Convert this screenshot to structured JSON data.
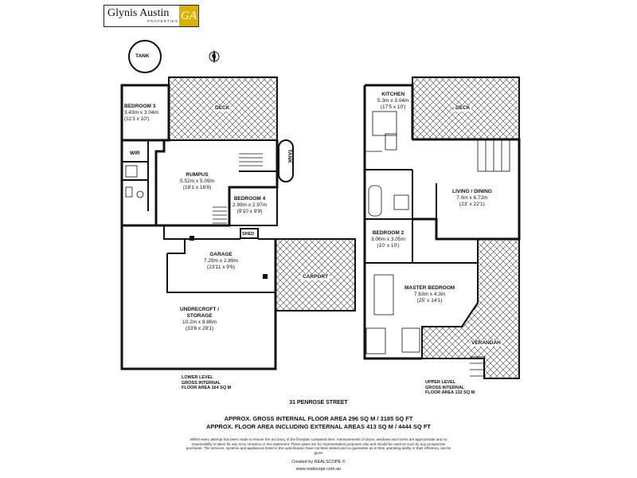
{
  "logo": {
    "name": "Glynis Austin",
    "sub": "PROPERTIES",
    "mark": "GA"
  },
  "tank_top": "TANK",
  "tank_side": "TANK",
  "compass": "N",
  "lower": {
    "bedroom3": {
      "name": "BEDROOM 3",
      "m": "3.43m x 3.04m",
      "ft": "(11'3 x 10')"
    },
    "deck": "DECK",
    "wir": "WIR",
    "rumpus": {
      "name": "RUMPUS",
      "m": "5.52m x 5.09m",
      "ft": "(18'1 x 16'8)"
    },
    "bedroom4": {
      "name": "BEDROOM 4",
      "m": "2.99m x 2.97m",
      "ft": "(9'10 x 9'9)"
    },
    "shed": "SHED",
    "garage": {
      "name": "GARAGE",
      "m": "7.29m x 2.89m",
      "ft": "(23'11 x 9'6)"
    },
    "carport": "CARPORT",
    "undercroft": {
      "name1": "UNDRECROFT /",
      "name2": "STORAGE",
      "m": "10.2m x 8.86m",
      "ft": "(33'6 x 29'1)"
    },
    "level_label": [
      "LOWER LEVEL",
      "GROSS INTERNAL",
      "FLOOR AREA 164 SQ M"
    ]
  },
  "upper": {
    "kitchen": {
      "name": "KITCHEN",
      "m": "5.3m x 3.04m",
      "ft": "(17'5 x 10')"
    },
    "deck": "DECK",
    "living": {
      "name": "LIVING / DINING",
      "m": "7.0m x 6.72m",
      "ft": "(23' x 22'1)"
    },
    "bedroom2": {
      "name": "BEDROOM 2",
      "m": "3.06m x 3.05m",
      "ft": "(10' x 10')"
    },
    "master": {
      "name": "MASTER BEDROOM",
      "m": "7.63m x 4.3m",
      "ft": "(25' x 14'1)"
    },
    "verandah": "VERANDAH",
    "level_label": [
      "UPPER LEVEL",
      "GROSS INTERNAL",
      "FLOOR AREA 132 SQ M"
    ]
  },
  "address": "31 PENROSE STREET",
  "area1": "APPROX. GROSS INTERNAL FLOOR AREA 296 SQ M / 3185 SQ FT",
  "area2": "APPROX. FLOOR AREA INCLUDING EXTERNAL AREAS 413 SQ M / 4444 SQ FT",
  "disclaimer": "Whilst every attempt has been made to ensure the accuracy of the floorplan contained here, measurements of doors, windows and rooms are approximate and no responsibility is taken for any error omission or mis-statement. These plans are for representation purposes only and should be used as such by any prospective purchaser. The services, systems and appliances listed in this specification have not been tested and no guarantee as to their operating ability or their efficiency can be given",
  "created_by": "Created by REALSCOPE ©",
  "website": "www.realscope.com.au"
}
